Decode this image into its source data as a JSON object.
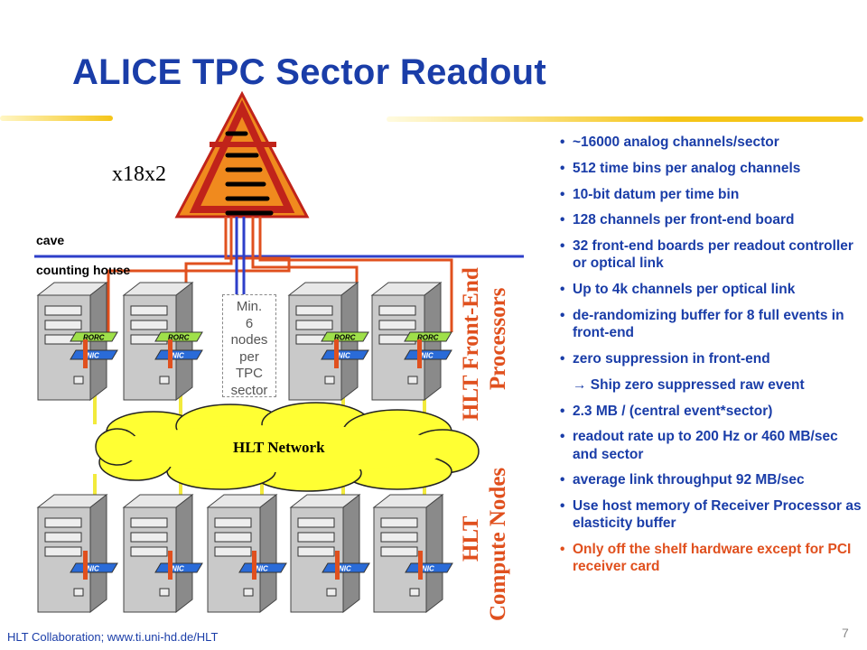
{
  "slide": {
    "title": "ALICE TPC Sector Readout",
    "footer": "HLT Collaboration; www.ti.uni-hd.de/HLT",
    "page_number": "7"
  },
  "diagram": {
    "multiplier": "x18x2",
    "cave_label": "cave",
    "counting_house_label": "counting house",
    "min_nodes": [
      "Min.",
      "6",
      "nodes",
      "per",
      "TPC",
      "sector"
    ],
    "network_label": "HLT Network",
    "card_rorc": "RORC",
    "card_nic": "NIC",
    "front_end_label_1": "HLT Front-End",
    "front_end_label_2": "Processors",
    "compute_label_1": "HLT",
    "compute_label_2": "Compute Nodes"
  },
  "bullets": [
    {
      "text": "~16000 analog channels/sector"
    },
    {
      "text": "512 time bins per analog channels"
    },
    {
      "text": "10-bit datum per time bin"
    },
    {
      "text": "128 channels per front-end board"
    },
    {
      "text": "32 front-end boards per readout controller or optical link"
    },
    {
      "text": "Up to 4k channels per optical link"
    },
    {
      "text": "de-randomizing buffer for 8 full events in front-end"
    },
    {
      "text": "zero suppression in front-end"
    },
    {
      "text": "→  Ship zero suppressed raw event"
    },
    {
      "text": "2.3 MB / (central event*sector)"
    },
    {
      "text": "readout rate up to 200 Hz or 460 MB/sec and sector"
    },
    {
      "text": "average link throughput 92 MB/sec"
    },
    {
      "text": "Use host memory of Receiver Processor as elasticity buffer"
    },
    {
      "text": "Only off the shelf hardware except for PCI receiver card"
    }
  ],
  "colors": {
    "title": "#1a3da8",
    "accent": "#e0501e",
    "rule": "#f5c518",
    "tpc_fill": "#f08a1e",
    "tpc_frame": "#c0231a",
    "cloud": "#ffff33",
    "cable_yellow": "#f2ea3c",
    "cable_red": "#e0501e",
    "cable_blue": "#2e3fc9"
  }
}
